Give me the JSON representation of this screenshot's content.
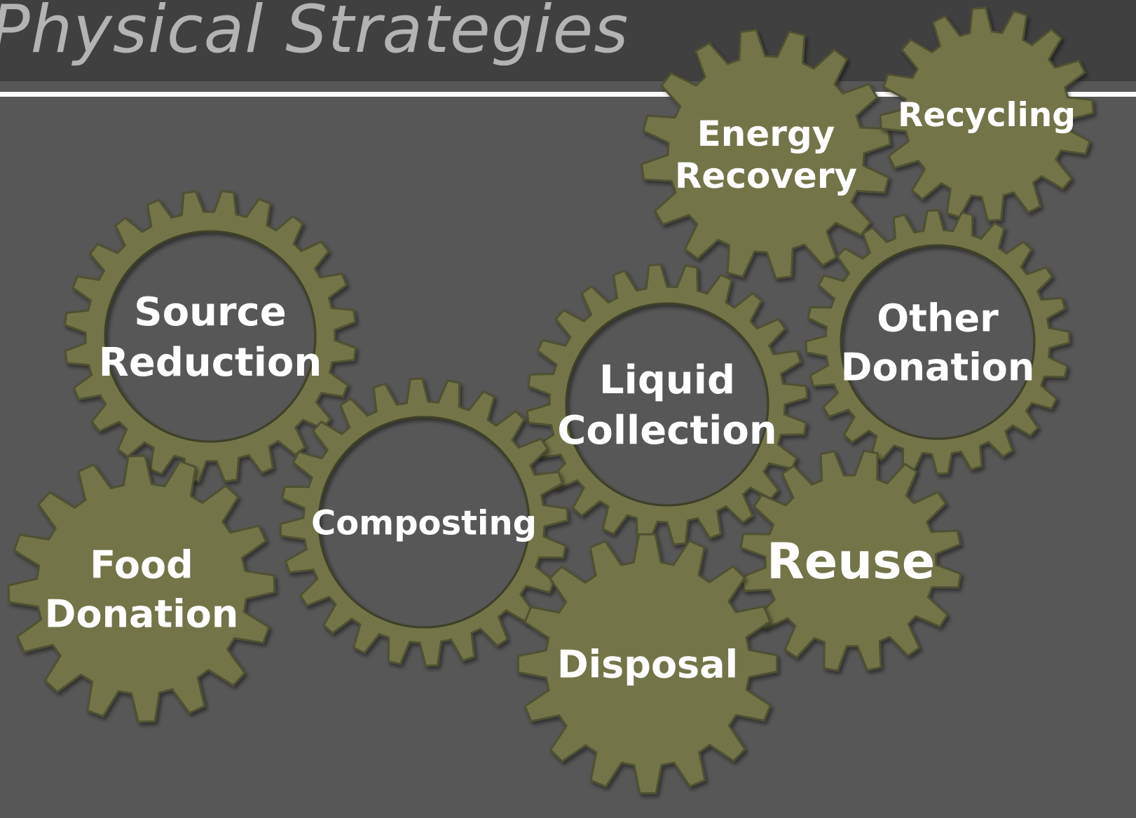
{
  "page": {
    "title": "Physical Strategies"
  },
  "gears": [
    {
      "id": "energy-recovery",
      "lines": [
        "Energy",
        "Recovery"
      ],
      "style": "solid"
    },
    {
      "id": "recycling",
      "lines": [
        "Recycling"
      ],
      "style": "solid"
    },
    {
      "id": "source-reduction",
      "lines": [
        "Source",
        "Reduction"
      ],
      "style": "ring"
    },
    {
      "id": "other-donation",
      "lines": [
        "Other",
        "Donation"
      ],
      "style": "ring"
    },
    {
      "id": "liquid-collection",
      "lines": [
        "Liquid",
        "Collection"
      ],
      "style": "ring"
    },
    {
      "id": "composting",
      "lines": [
        "Composting"
      ],
      "style": "ring"
    },
    {
      "id": "food-donation",
      "lines": [
        "Food",
        "Donation"
      ],
      "style": "solid"
    },
    {
      "id": "reuse",
      "lines": [
        "Reuse"
      ],
      "style": "solid"
    },
    {
      "id": "disposal",
      "lines": [
        "Disposal"
      ],
      "style": "solid"
    }
  ],
  "colors": {
    "gear_fill": "#737549",
    "gear_stroke": "#4f5131",
    "title_bar": "#404040",
    "background": "#575757",
    "label": "#ffffff"
  }
}
